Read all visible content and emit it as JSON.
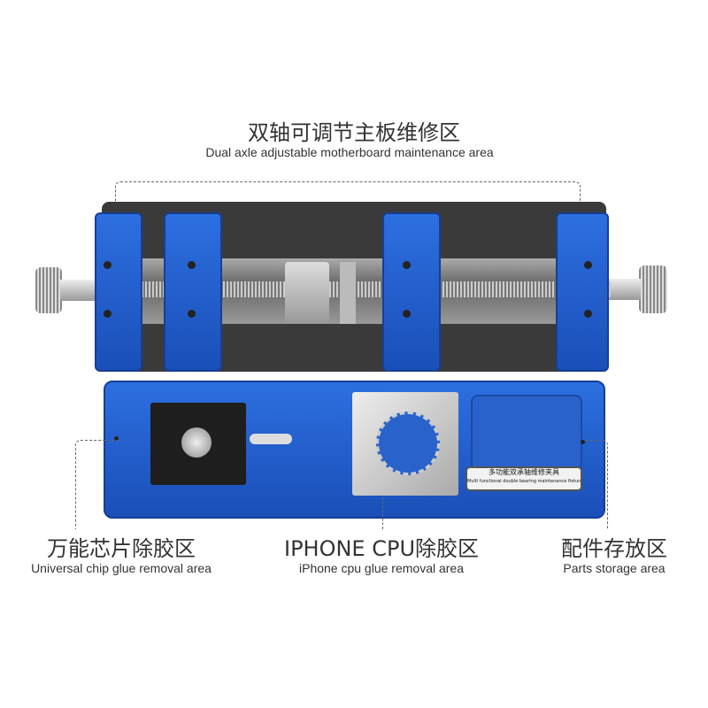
{
  "top": {
    "title_cn": "双轴可调节主板维修区",
    "title_en": "Dual axle adjustable motherboard maintenance area"
  },
  "labels": [
    {
      "cn": "万能芯片除胶区",
      "en": "Universal chip glue removal area"
    },
    {
      "cn": "IPHONE CPU除胶区",
      "en": "iPhone cpu glue removal area"
    },
    {
      "cn": "配件存放区",
      "en": "Parts storage area"
    }
  ],
  "sticker": {
    "cn": "多功能双承轴维修夹具",
    "en": "Multi functional double bearing maintenance fixture"
  },
  "colors": {
    "blue": "#2460d0",
    "plate": "#3a3a3a",
    "steel": "#c8c8c8"
  }
}
